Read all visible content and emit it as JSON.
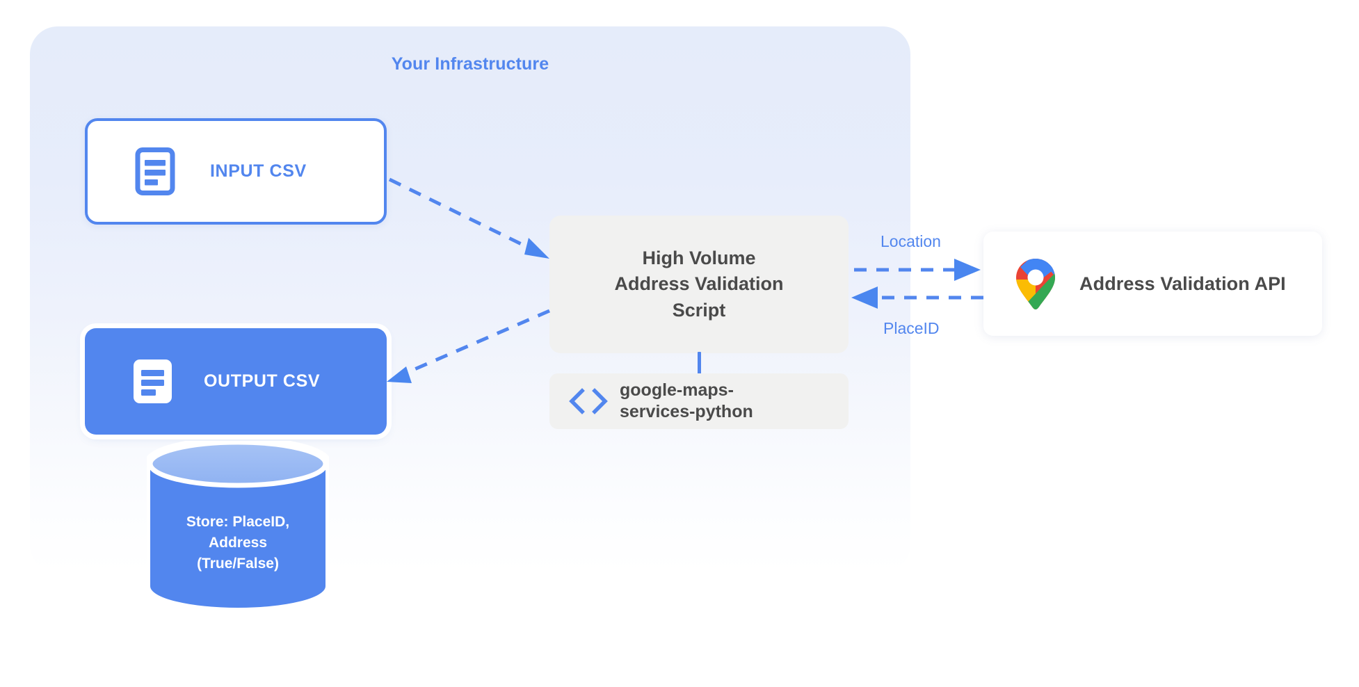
{
  "diagram": {
    "title": "Your Infrastructure",
    "accent_blue": "#5286ee",
    "panel_bg": "#e5ecfa",
    "box_grey": "#f1f1f0",
    "text_grey": "#4a4a4a"
  },
  "nodes": {
    "input_csv": {
      "label": "INPUT CSV",
      "icon": "document-icon"
    },
    "output_csv": {
      "label": "OUTPUT CSV",
      "icon": "document-icon"
    },
    "script": {
      "line1": "High Volume",
      "line2": "Address Validation",
      "line3": "Script"
    },
    "library": {
      "line1": "google-maps-",
      "line2": "services-python",
      "icon": "code-brackets-icon"
    },
    "api": {
      "label": "Address Validation API",
      "icon": "google-maps-pin-icon"
    },
    "database": {
      "line1": "Store: PlaceID,",
      "line2": "Address",
      "line3": "(True/False)"
    }
  },
  "edges": {
    "location_label": "Location",
    "placeid_label": "PlaceID"
  }
}
